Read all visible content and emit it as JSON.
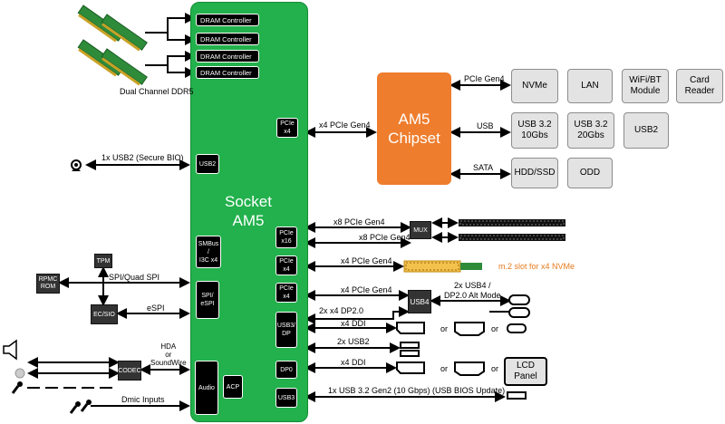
{
  "socket": {
    "title": "Socket\nAM5"
  },
  "dram_controllers": [
    "DRAM Controller",
    "DRAM Controller",
    "DRAM Controller",
    "DRAM Controller"
  ],
  "ddr_label": "Dual Channel DDR5",
  "socket_blocks": {
    "pcie_x4_chipset": "PCIe\nx4",
    "usb2": "USB2",
    "smbus": "SMBus\n/\nI3C x4",
    "spi": "SPI/\neSPI",
    "pcie_x16": "PCIe\nx16",
    "pcie_x4_m2": "PCIe\nx4",
    "pcie_x4_usb4": "PCIe\nx4",
    "usb3_dp": "USB3/\nDP",
    "dp0": "DP0",
    "usb3": "USB3",
    "audio": "Audio",
    "acp": "ACP"
  },
  "chipset": {
    "title": "AM5\nChipset"
  },
  "chipset_links": {
    "pcie": "PCIe Gen4",
    "usb": "USB",
    "sata": "SATA"
  },
  "chipset_devices": {
    "row1": [
      "NVMe",
      "LAN",
      "WiFi/BT\nModule",
      "Card\nReader"
    ],
    "row2": [
      "USB 3.2\n10Gbs",
      "USB 3.2\n20Gbs",
      "USB2"
    ],
    "row3": [
      "HDD/SSD",
      "ODD"
    ]
  },
  "links": {
    "chipset_link": "x4 PCIe Gen4",
    "secure_bio": "1x USB2 (Secure BIO)",
    "x8_a": "x8 PCIe Gen4",
    "x8_b": "x8 PCIe Gen4",
    "m2_link": "x4 PCIe Gen4",
    "m2_note": "m.2 slot for x4 NVMe",
    "usb4_link": "x4 PCIe Gen4",
    "usb4_out": "2x USB4 /\nDP2.0 Alt Mode",
    "dp20": "2x x4 DP2.0",
    "ddi1": "x4 DDI",
    "usb2x": "2x USB2",
    "ddi2": "x4 DDI",
    "usb32": "1x USB 3.2 Gen2 (10 Gbps) (USB BIOS Update)",
    "spi_quad": "SPI/Quad SPI",
    "espi": "eSPI",
    "hda": "HDA\nor\nSoundWire",
    "dmic": "Dmic Inputs",
    "or": "or"
  },
  "chips": {
    "mux": "MUX",
    "usb4": "USB4",
    "tpm": "TPM",
    "rpmc": "RPMC\nROM",
    "ecsio": "EC/SIO",
    "codec": "CODEC"
  },
  "lcd": "LCD\nPanel"
}
